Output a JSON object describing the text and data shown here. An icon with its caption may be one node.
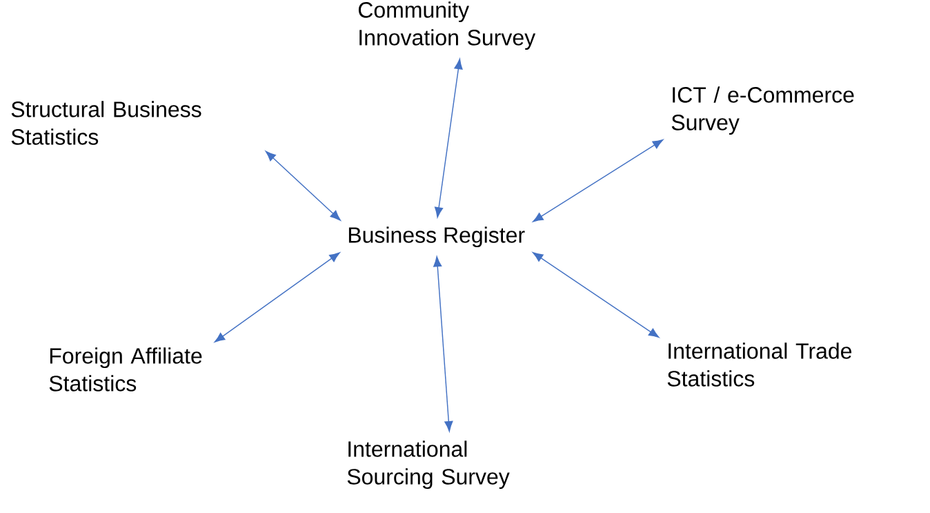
{
  "diagram": {
    "nodes": [
      {
        "text": [
          "Business Register"
        ]
      },
      {
        "text": [
          "Community Innovation Survey"
        ]
      },
      {
        "text": [
          "ICT / e-Commerce Survey"
        ]
      },
      {
        "text": [
          "Structural Business Statistics"
        ]
      },
      {
        "text": [
          "International Trade Statistics"
        ]
      },
      {
        "text": [
          "Foreign Affiliate Statistics"
        ]
      },
      {
        "text": [
          "International Sourcing Survey"
        ]
      }
    ],
    "edges": [
      {
        "from": 0,
        "to": 1,
        "arrow": "both"
      },
      {
        "from": 0,
        "to": 2,
        "arrow": "both"
      },
      {
        "from": 0,
        "to": 3,
        "arrow": "both"
      },
      {
        "from": 0,
        "to": 4,
        "arrow": "both"
      },
      {
        "from": 0,
        "to": 5,
        "arrow": "both"
      },
      {
        "from": 0,
        "to": 6,
        "arrow": "both"
      }
    ]
  }
}
